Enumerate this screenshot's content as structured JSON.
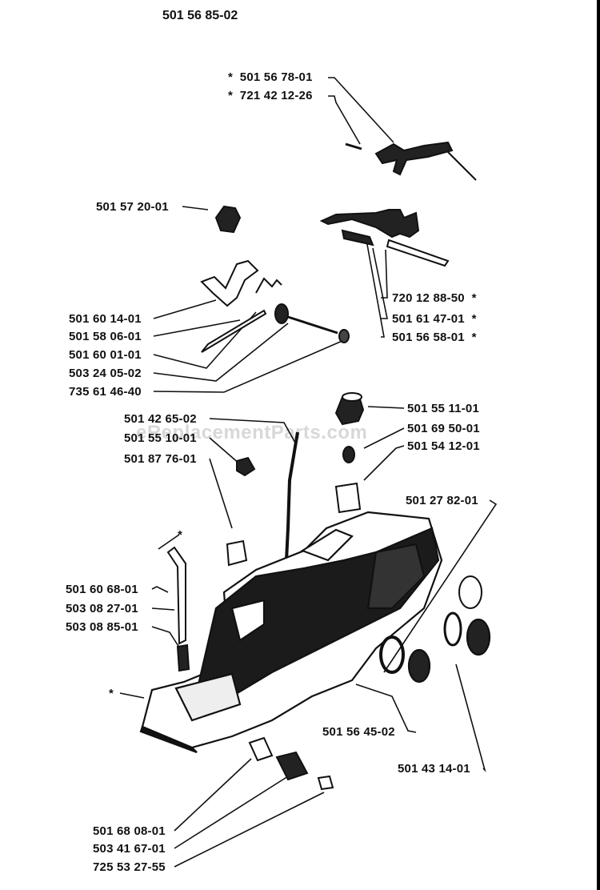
{
  "diagram": {
    "assembly_number": "501 56 85-02",
    "watermark": "eReplacementParts.com",
    "callouts": [
      {
        "id": "c1",
        "label": "501 56 78-01",
        "prefix": "*"
      },
      {
        "id": "c2",
        "label": "721 42 12-26",
        "prefix": "*"
      },
      {
        "id": "c3",
        "label": "501 57 20-01"
      },
      {
        "id": "c4",
        "label": "720 12 88-50",
        "suffix": "*"
      },
      {
        "id": "c5",
        "label": "501 61 47-01",
        "suffix": "*"
      },
      {
        "id": "c6",
        "label": "501 56 58-01",
        "suffix": "*"
      },
      {
        "id": "c7",
        "label": "501 60 14-01"
      },
      {
        "id": "c8",
        "label": "501 58 06-01"
      },
      {
        "id": "c9",
        "label": "501 60 01-01"
      },
      {
        "id": "c10",
        "label": "503 24 05-02"
      },
      {
        "id": "c11",
        "label": "735 61 46-40"
      },
      {
        "id": "c12",
        "label": "501 42 65-02"
      },
      {
        "id": "c13",
        "label": "501 55 10-01"
      },
      {
        "id": "c14",
        "label": "501 87 76-01"
      },
      {
        "id": "c15",
        "label": "501 55 11-01"
      },
      {
        "id": "c16",
        "label": "501 69 50-01"
      },
      {
        "id": "c17",
        "label": "501 54 12-01"
      },
      {
        "id": "c18",
        "label": "501 27 82-01"
      },
      {
        "id": "c19",
        "label": "501 60 68-01"
      },
      {
        "id": "c20",
        "label": "503 08 27-01"
      },
      {
        "id": "c21",
        "label": "503 08 85-01"
      },
      {
        "id": "c22",
        "label": "501 56 45-02"
      },
      {
        "id": "c23",
        "label": "501 43 14-01"
      },
      {
        "id": "c24",
        "label": "501 68 08-01"
      },
      {
        "id": "c25",
        "label": "503 41 67-01"
      },
      {
        "id": "c26",
        "label": "725 53 27-55"
      }
    ],
    "asterisk": "*"
  }
}
